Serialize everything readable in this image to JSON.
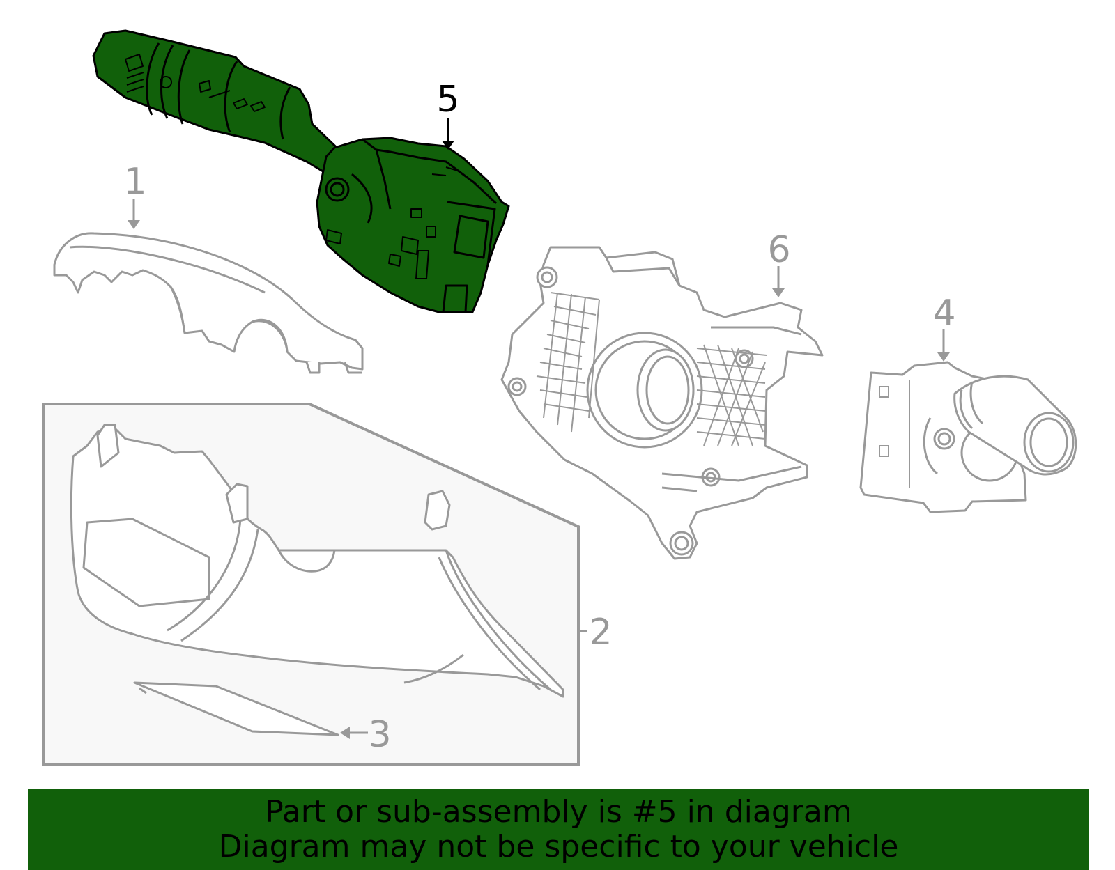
{
  "colors": {
    "highlight": "#11600a",
    "outline_muted": "#999999",
    "banner_bg": "#11600a",
    "banner_text": "#000000",
    "inset_bg": "#f8f8f8"
  },
  "callouts": [
    {
      "id": "1",
      "label": "1"
    },
    {
      "id": "2",
      "label": "2"
    },
    {
      "id": "3",
      "label": "3"
    },
    {
      "id": "4",
      "label": "4"
    },
    {
      "id": "5",
      "label": "5"
    },
    {
      "id": "6",
      "label": "6"
    }
  ],
  "banner": {
    "line1": "Part or sub-assembly is #5 in diagram",
    "line2": "Diagram may not be specific to your vehicle"
  }
}
